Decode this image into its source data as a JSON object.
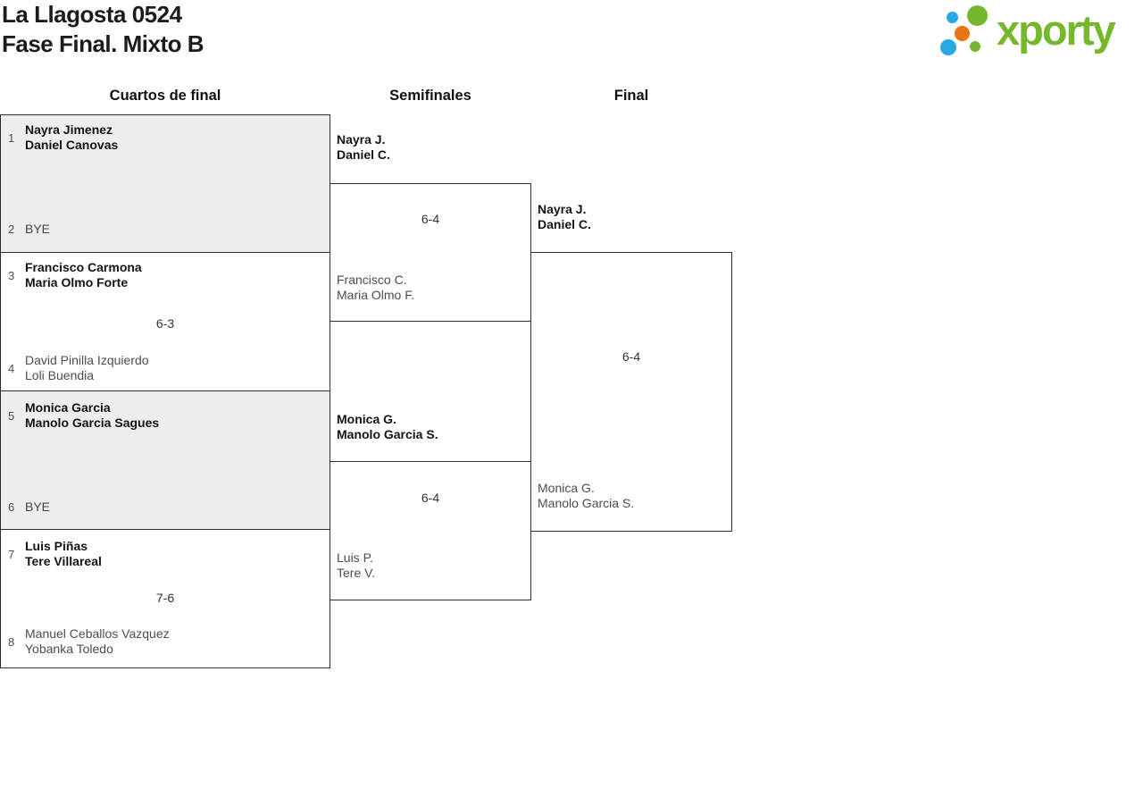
{
  "title": {
    "line1": "La Llagosta 0524",
    "line2": "Fase Final. Mixto B"
  },
  "logo": {
    "brand": "xporty",
    "green": "#76b82d",
    "blue": "#29a9e1",
    "orange": "#e87511"
  },
  "round_headers": {
    "quarterfinals": "Cuartos de final",
    "semifinals": "Semifinales",
    "final": "Final"
  },
  "quarterfinals": [
    {
      "seed1": "1",
      "team1": {
        "line1": "Nayra Jimenez",
        "line2": "Daniel Canovas"
      },
      "score": "",
      "seed2": "2",
      "team2": {
        "line1": "BYE"
      }
    },
    {
      "seed1": "3",
      "team1": {
        "line1": "Francisco Carmona",
        "line2": "Maria Olmo Forte"
      },
      "score": "6-3",
      "seed2": "4",
      "team2": {
        "line1": "David Pinilla Izquierdo",
        "line2": "Loli Buendia"
      }
    },
    {
      "seed1": "5",
      "team1": {
        "line1": "Monica Garcia",
        "line2": "Manolo Garcia Sagues"
      },
      "score": "",
      "seed2": "6",
      "team2": {
        "line1": "BYE"
      }
    },
    {
      "seed1": "7",
      "team1": {
        "line1": "Luis Piñas",
        "line2": "Tere Villareal"
      },
      "score": "7-6",
      "seed2": "8",
      "team2": {
        "line1": "Manuel Ceballos Vazquez",
        "line2": "Yobanka Toledo"
      }
    }
  ],
  "semifinals": [
    {
      "team1": {
        "line1": "Nayra J.",
        "line2": "Daniel C."
      },
      "score": "6-4",
      "team2": {
        "line1": "Francisco C.",
        "line2": "Maria Olmo F."
      }
    },
    {
      "team1": {
        "line1": "Monica G.",
        "line2": "Manolo Garcia S."
      },
      "score": "6-4",
      "team2": {
        "line1": "Luis P.",
        "line2": "Tere V."
      }
    }
  ],
  "final": {
    "team1": {
      "line1": "Nayra J.",
      "line2": "Daniel C."
    },
    "score": "6-4",
    "team2": {
      "line1": "Monica G.",
      "line2": "Manolo Garcia S."
    }
  }
}
